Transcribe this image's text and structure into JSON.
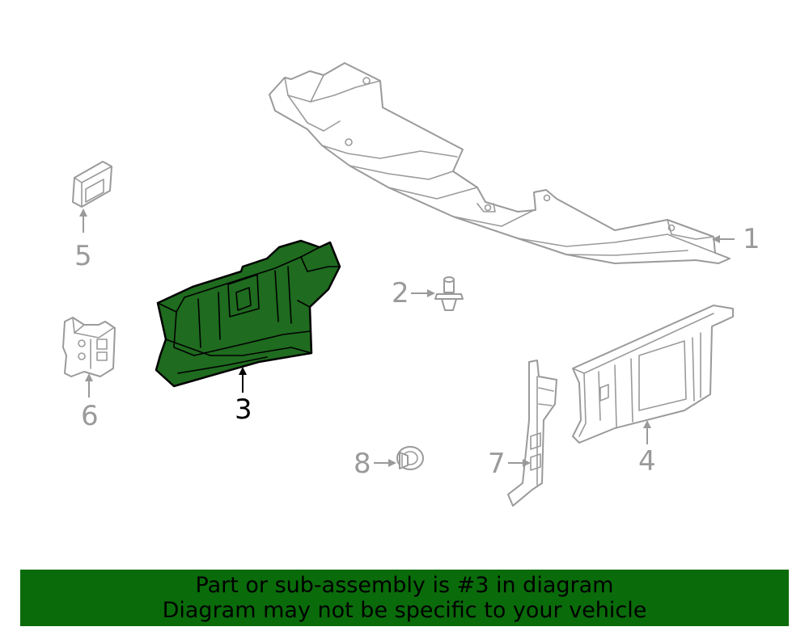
{
  "diagram": {
    "highlighted_part": "3",
    "callouts": {
      "c1": "1",
      "c2": "2",
      "c3": "3",
      "c4": "4",
      "c5": "5",
      "c6": "6",
      "c7": "7",
      "c8": "8"
    },
    "colors": {
      "highlight_fill": "#1f6b1f",
      "part_stroke": "#9a9a9a",
      "banner_background": "#0a6b0a"
    }
  },
  "banner": {
    "line1": "Part or sub-assembly is #3 in diagram",
    "line2": "Diagram may not be specific to your vehicle"
  }
}
